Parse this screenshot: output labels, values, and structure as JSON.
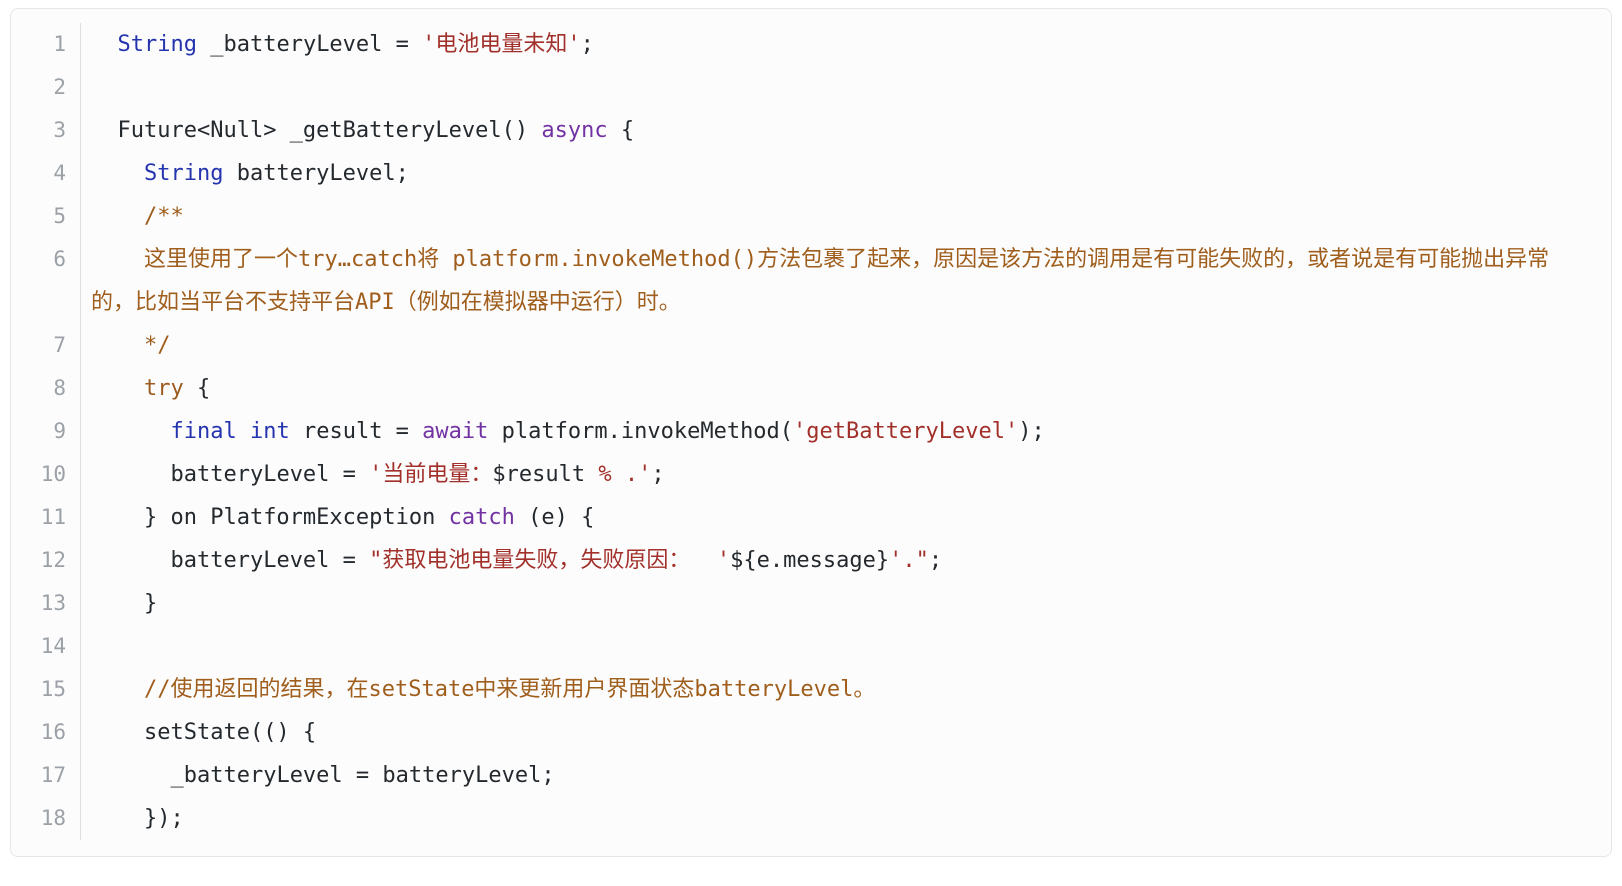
{
  "colors": {
    "text": "#24292e",
    "type": "#2433ae",
    "keyword": "#7232a2",
    "keyword2": "#9c5b1f",
    "string": "#a2302a",
    "comment": "#a05e1c",
    "interp": "#24292e",
    "line_number": "#9ba1a6",
    "divider": "#dcdfe3",
    "card_border": "#e3e6ea",
    "card_background": "#fcfcfd",
    "page_background": "#ffffff"
  },
  "code_block": {
    "lines": [
      {
        "no": "1",
        "tokens": [
          {
            "t": "  "
          },
          {
            "t": "String",
            "c": "type"
          },
          {
            "t": " _batteryLevel = "
          },
          {
            "t": "'电池电量未知'",
            "c": "string"
          },
          {
            "t": ";"
          }
        ]
      },
      {
        "no": "2",
        "tokens": []
      },
      {
        "no": "3",
        "tokens": [
          {
            "t": "  Future<Null> _getBatteryLevel() "
          },
          {
            "t": "async",
            "c": "keyword"
          },
          {
            "t": " {"
          }
        ]
      },
      {
        "no": "4",
        "tokens": [
          {
            "t": "    "
          },
          {
            "t": "String",
            "c": "type"
          },
          {
            "t": " batteryLevel;"
          }
        ]
      },
      {
        "no": "5",
        "tokens": [
          {
            "t": "    "
          },
          {
            "t": "/**",
            "c": "comment"
          }
        ]
      },
      {
        "no": "6",
        "tokens": [
          {
            "t": "    "
          },
          {
            "t": "这里使用了一个try…catch将 platform.invokeMethod()方法包裹了起来，原因是该方法的调用是有可能失败的，或者说是有可能抛出异常的，比如当平台不支持平台API（例如在模拟器中运行）时。",
            "c": "comment"
          }
        ]
      },
      {
        "no": "7",
        "tokens": [
          {
            "t": "    "
          },
          {
            "t": "*/",
            "c": "comment"
          }
        ]
      },
      {
        "no": "8",
        "tokens": [
          {
            "t": "    "
          },
          {
            "t": "try",
            "c": "keyword2"
          },
          {
            "t": " {"
          }
        ]
      },
      {
        "no": "9",
        "tokens": [
          {
            "t": "      "
          },
          {
            "t": "final",
            "c": "type"
          },
          {
            "t": " "
          },
          {
            "t": "int",
            "c": "type"
          },
          {
            "t": " result = "
          },
          {
            "t": "await",
            "c": "keyword"
          },
          {
            "t": " platform.invokeMethod("
          },
          {
            "t": "'getBatteryLevel'",
            "c": "string"
          },
          {
            "t": ");"
          }
        ]
      },
      {
        "no": "10",
        "tokens": [
          {
            "t": "      batteryLevel = "
          },
          {
            "t": "'当前电量：",
            "c": "string"
          },
          {
            "t": "$result",
            "c": "interp"
          },
          {
            "t": " % .'",
            "c": "string"
          },
          {
            "t": ";"
          }
        ]
      },
      {
        "no": "11",
        "tokens": [
          {
            "t": "    } on PlatformException "
          },
          {
            "t": "catch",
            "c": "keyword"
          },
          {
            "t": " (e) {"
          }
        ]
      },
      {
        "no": "12",
        "tokens": [
          {
            "t": "      batteryLevel = "
          },
          {
            "t": "\"获取电池电量失败，失败原因：  '",
            "c": "string"
          },
          {
            "t": "${e.message}",
            "c": "interp"
          },
          {
            "t": "'.\"",
            "c": "string"
          },
          {
            "t": ";"
          }
        ]
      },
      {
        "no": "13",
        "tokens": [
          {
            "t": "    }"
          }
        ]
      },
      {
        "no": "14",
        "tokens": []
      },
      {
        "no": "15",
        "tokens": [
          {
            "t": "    "
          },
          {
            "t": "//使用返回的结果，在setState中来更新用户界面状态batteryLevel。",
            "c": "comment"
          }
        ]
      },
      {
        "no": "16",
        "tokens": [
          {
            "t": "    setState(() {"
          }
        ]
      },
      {
        "no": "17",
        "tokens": [
          {
            "t": "      _batteryLevel = batteryLevel;"
          }
        ]
      },
      {
        "no": "18",
        "tokens": [
          {
            "t": "    });"
          }
        ]
      }
    ]
  }
}
